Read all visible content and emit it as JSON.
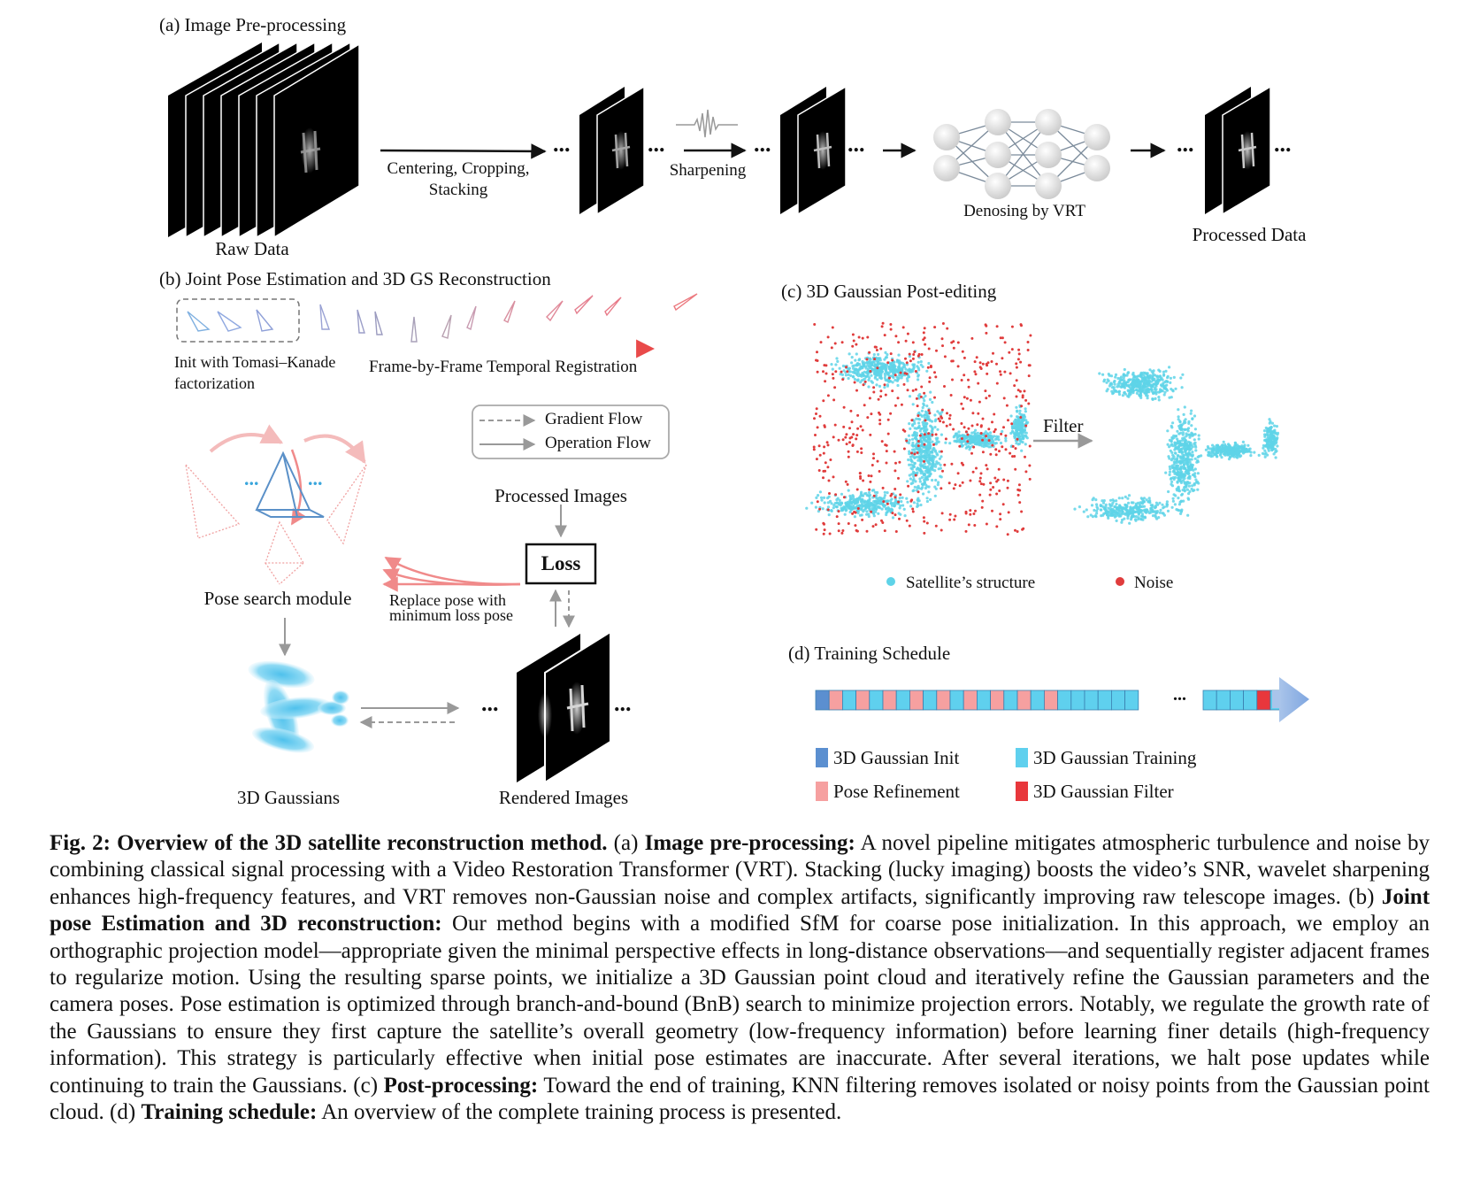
{
  "panel_a": {
    "title": "(a) Image Pre-processing",
    "raw_data": "Raw Data",
    "step1": "Centering, Cropping,",
    "step1b": "Stacking",
    "step2": "Sharpening",
    "step3": "Denosing by VRT",
    "processed_data": "Processed Data",
    "ellipsis": "..."
  },
  "panel_b": {
    "title": "(b) Joint Pose Estimation and 3D GS Reconstruction",
    "init_line1": "Init with Tomasi–Kanade",
    "init_line2": "factorization",
    "registration": "Frame-by-Frame Temporal Registration",
    "legend_gradient": "Gradient Flow",
    "legend_operation": "Operation Flow",
    "processed_images": "Processed Images",
    "loss": "Loss",
    "pose_search": "Pose search module",
    "replace_line1": "Replace pose with",
    "replace_line2": "minimum loss pose",
    "gaussians": "3D Gaussians",
    "rendered_images": "Rendered Images",
    "ellipsis": "..."
  },
  "panel_c": {
    "title": "(c) 3D Gaussian Post-editing",
    "filter": "Filter",
    "legend_structure": "Satellite’s structure",
    "legend_noise": "Noise",
    "structure_color": "#5ed3e8",
    "noise_color": "#e03c3c"
  },
  "panel_d": {
    "title": "(d) Training Schedule",
    "ellipsis": "...",
    "legend_init": "3D Gaussian Init",
    "legend_training": "3D Gaussian Training",
    "legend_pose": "Pose Refinement",
    "legend_filter": "3D Gaussian Filter",
    "color_init": "#5b8fd0",
    "color_training": "#5fd0ee",
    "color_pose": "#f6a0a0",
    "color_filter": "#e8373c"
  },
  "caption": {
    "fig_label": "Fig. 2: Overview of the 3D satellite reconstruction method.",
    "a_marker": "(a)",
    "a_head": "Image pre-processing:",
    "a_text": "A novel pipeline mitigates atmospheric turbulence and noise by combining classical signal processing with a Video Restoration Transformer (VRT). Stacking (lucky imaging) boosts the video’s SNR, wavelet sharpening enhances high-frequency features, and VRT removes non-Gaussian noise and complex artifacts, significantly improving raw telescope images.",
    "b_marker": "(b)",
    "b_head": "Joint pose Estimation and 3D reconstruction:",
    "b_text": "Our method begins with a modified SfM for coarse pose initialization. In this approach, we employ an orthographic projection model—appropriate given the minimal perspective effects in long-distance observations—and sequentially register adjacent frames to regularize motion. Using the resulting sparse points, we initialize a 3D Gaussian point cloud and iteratively refine the Gaussian parameters and the camera poses. Pose estimation is optimized through branch-and-bound (BnB) search to minimize projection errors. Notably, we regulate the growth rate of the Gaussians to ensure they first capture the satellite’s overall geometry (low-frequency information) before learning finer details (high-frequency information). This strategy is particularly effective when initial pose estimates are inaccurate. After several iterations, we halt pose updates while continuing to train the Gaussians.",
    "c_marker": "(c)",
    "c_head": "Post-processing:",
    "c_text": "Toward the end of training, KNN filtering removes isolated or noisy points from the Gaussian point cloud.",
    "d_marker": "(d)",
    "d_head": "Training schedule:",
    "d_text": "An overview of the complete training process is presented."
  }
}
